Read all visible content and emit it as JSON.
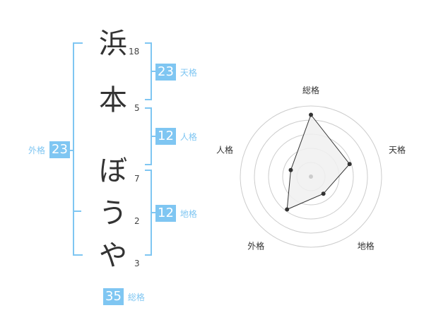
{
  "name": {
    "characters": [
      {
        "char": "浜",
        "strokes": "18"
      },
      {
        "char": "本",
        "strokes": "5"
      },
      {
        "char": "ぼ",
        "strokes": "7"
      },
      {
        "char": "う",
        "strokes": "2"
      },
      {
        "char": "や",
        "strokes": "3"
      }
    ]
  },
  "scores": {
    "tenkaku": {
      "value": "23",
      "label": "天格"
    },
    "jinkaku": {
      "value": "12",
      "label": "人格"
    },
    "chikaku": {
      "value": "12",
      "label": "地格"
    },
    "gaikaku": {
      "value": "23",
      "label": "外格"
    },
    "soukaku": {
      "value": "35",
      "label": "総格"
    }
  },
  "chart_data": {
    "type": "radar",
    "axes": [
      "総格",
      "天格",
      "地格",
      "外格",
      "人格"
    ],
    "values": [
      35,
      23,
      12,
      23,
      12
    ],
    "rings": 5,
    "colors": {
      "fill": "#f0f0f0",
      "line": "#333333",
      "ring": "#cccccc",
      "accent": "#7fc6f2"
    }
  }
}
